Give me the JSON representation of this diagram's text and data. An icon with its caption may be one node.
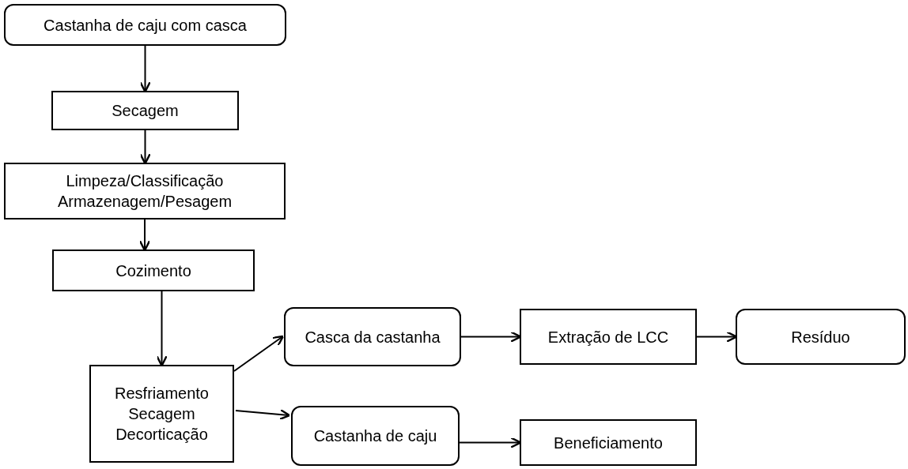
{
  "diagram": {
    "nodes": [
      {
        "text": [
          "Castanha de caju com casca"
        ]
      },
      {
        "text": [
          "Secagem"
        ]
      },
      {
        "text": [
          "Limpeza/Classificação Armazenagem/Pesagem"
        ]
      },
      {
        "text": [
          "Cozimento"
        ]
      },
      {
        "text": [
          "Resfriamento Secagem Decorticação"
        ]
      },
      {
        "text": [
          "Casca da castanha"
        ]
      },
      {
        "text": [
          "Extração de LCC"
        ]
      },
      {
        "text": [
          "Resíduo"
        ]
      },
      {
        "text": [
          "Castanha de caju"
        ]
      },
      {
        "text": [
          "Beneficiamento"
        ]
      }
    ],
    "edges": [
      {
        "from": 0,
        "to": 1,
        "arrow": "to"
      },
      {
        "from": 1,
        "to": 2,
        "arrow": "to"
      },
      {
        "from": 2,
        "to": 3,
        "arrow": "to"
      },
      {
        "from": 3,
        "to": 4,
        "arrow": "to"
      },
      {
        "from": 4,
        "to": 5,
        "arrow": "to"
      },
      {
        "from": 5,
        "to": 6,
        "arrow": "to"
      },
      {
        "from": 6,
        "to": 7,
        "arrow": "to"
      },
      {
        "from": 4,
        "to": 8,
        "arrow": "to"
      },
      {
        "from": 8,
        "to": 9,
        "arrow": "to"
      }
    ]
  }
}
